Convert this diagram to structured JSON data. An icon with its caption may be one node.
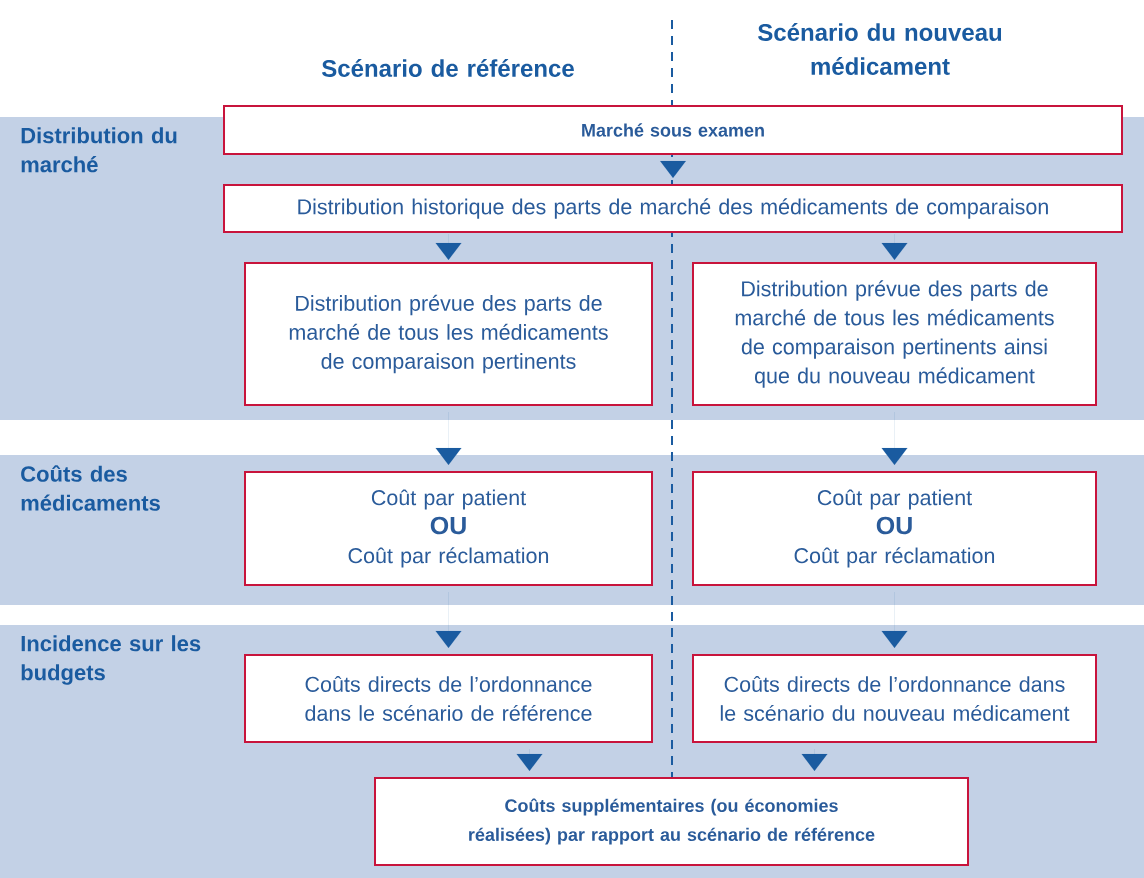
{
  "diagram": {
    "nodes": [
      {
        "text": [
          "Distribution du marché"
        ]
      },
      {
        "text": [
          "Marché sous examen"
        ],
        "in": 0
      },
      {
        "text": [
          "Distribution historique des parts de marché des médicaments de comparaison"
        ],
        "in": 0
      },
      {
        "text": [
          "Distribution prévue des parts de marché de tous les médicaments de comparaison pertinents"
        ],
        "in": 0
      },
      {
        "text": [
          "Distribution prévue des parts de marché de tous les médicaments de comparaison pertinents ainsi que du nouveau médicament"
        ],
        "in": 0
      },
      {
        "text": [
          "Coûts des médicaments"
        ]
      },
      {
        "text": [
          "Coût par patient",
          "OU",
          "Coût par réclamation"
        ],
        "in": 5
      },
      {
        "text": [
          "Coût par patient",
          "OU",
          "Coût par réclamation"
        ],
        "in": 5
      },
      {
        "text": [
          "Incidence sur les budgets"
        ]
      },
      {
        "text": [
          "Coûts directs de l’ordonnance dans le scénario de référence"
        ],
        "in": 8
      },
      {
        "text": [
          "Coûts directs de l’ordonnance dans le scénario du nouveau médicament"
        ],
        "in": 8
      },
      {
        "text": [
          "Coûts supplémentaires (ou économies réalisées) par rapport au scénario de référence"
        ],
        "in": 8
      }
    ],
    "edges": [
      {
        "from": 1,
        "to": 2,
        "arrow": "to"
      },
      {
        "from": 2,
        "to": 3,
        "arrow": "to"
      },
      {
        "from": 2,
        "to": 4,
        "arrow": "to"
      },
      {
        "from": 3,
        "to": 6,
        "arrow": "to"
      },
      {
        "from": 4,
        "to": 7,
        "arrow": "to"
      },
      {
        "from": 6,
        "to": 9,
        "arrow": "to"
      },
      {
        "from": 7,
        "to": 10,
        "arrow": "to"
      },
      {
        "from": 9,
        "to": 11,
        "arrow": "to"
      },
      {
        "from": 10,
        "to": 11,
        "arrow": "to"
      }
    ],
    "labels": [
      "Scénario de référence",
      "Scénario du nouveau médicament"
    ]
  }
}
